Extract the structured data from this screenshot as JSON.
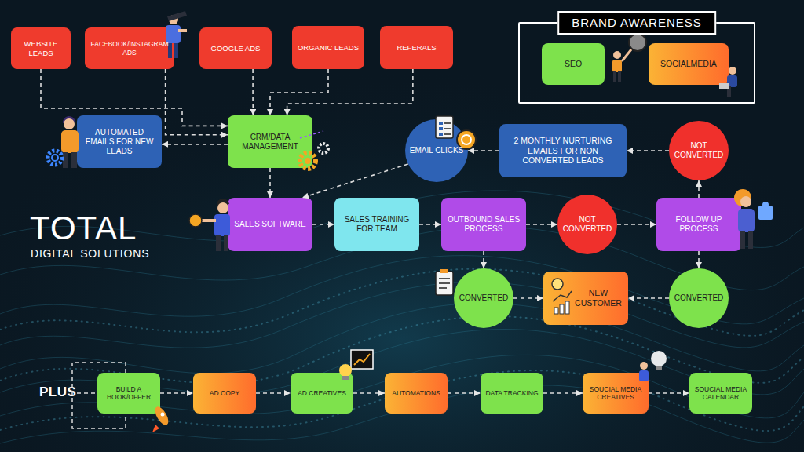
{
  "diagram": {
    "nodes": [
      {
        "text": [
          "WEBSITE LEADS"
        ]
      },
      {
        "text": [
          "FACEBOOK/INSTAGRAM ADS"
        ]
      },
      {
        "text": [
          "GOOGLE ADS"
        ]
      },
      {
        "text": [
          "ORGANIC LEADS"
        ]
      },
      {
        "text": [
          "REFERALS"
        ]
      },
      {
        "text": [
          "BRAND AWARENESS"
        ]
      },
      {
        "text": [
          "SEO"
        ],
        "in": 5
      },
      {
        "text": [
          "SOCIALMEDIA"
        ],
        "in": 5
      },
      {
        "text": [
          "AUTOMATED EMAILS FOR NEW LEADS"
        ]
      },
      {
        "text": [
          "CRM/DATA MANAGEMENT"
        ]
      },
      {
        "text": [
          "EMAIL CLICKS"
        ]
      },
      {
        "text": [
          "2 MONTHLY NURTURING EMAILS FOR NON CONVERTED LEADS"
        ]
      },
      {
        "text": [
          "NOT CONVERTED"
        ]
      },
      {
        "text": [
          "SALES SOFTWARE"
        ]
      },
      {
        "text": [
          "SALES TRAINING FOR TEAM"
        ]
      },
      {
        "text": [
          "OUTBOUND SALES PROCESS"
        ]
      },
      {
        "text": [
          "NOT CONVERTED"
        ]
      },
      {
        "text": [
          "FOLLOW UP PROCESS"
        ]
      },
      {
        "text": [
          "CONVERTED"
        ]
      },
      {
        "text": [
          "NEW CUSTOMER"
        ]
      },
      {
        "text": [
          "CONVERTED"
        ]
      },
      {
        "text": [
          "BUILD A HOOK/OFFER"
        ]
      },
      {
        "text": [
          "AD COPY"
        ]
      },
      {
        "text": [
          "AD CREATIVES"
        ]
      },
      {
        "text": [
          "AUTOMATIONS"
        ]
      },
      {
        "text": [
          "DATA TRACKING"
        ]
      },
      {
        "text": [
          "SOUCIAL MEDIA CREATIVES"
        ]
      },
      {
        "text": [
          "SOUCIAL MEDIA CALENDAR"
        ]
      }
    ],
    "edges": [
      {
        "from": 0,
        "to": 9,
        "arrow": "to"
      },
      {
        "from": 1,
        "to": 9,
        "arrow": "to"
      },
      {
        "from": 2,
        "to": 9,
        "arrow": "to"
      },
      {
        "from": 3,
        "to": 9,
        "arrow": "to"
      },
      {
        "from": 4,
        "to": 9,
        "arrow": "to"
      },
      {
        "from": 9,
        "to": 8,
        "arrow": "to"
      },
      {
        "from": 9,
        "to": 13,
        "arrow": "to"
      },
      {
        "from": 13,
        "to": 14,
        "arrow": "to"
      },
      {
        "from": 14,
        "to": 15,
        "arrow": "to"
      },
      {
        "from": 15,
        "to": 16,
        "arrow": "to"
      },
      {
        "from": 16,
        "to": 17,
        "arrow": "to"
      },
      {
        "from": 17,
        "to": 12,
        "arrow": "to"
      },
      {
        "from": 12,
        "to": 11,
        "arrow": "to"
      },
      {
        "from": 11,
        "to": 10,
        "arrow": "to"
      },
      {
        "from": 10,
        "to": 13,
        "arrow": "to"
      },
      {
        "from": 15,
        "to": 18,
        "arrow": "to"
      },
      {
        "from": 18,
        "to": 19,
        "arrow": "to"
      },
      {
        "from": 17,
        "to": 20,
        "arrow": "to"
      },
      {
        "from": 20,
        "to": 19,
        "arrow": "to"
      },
      {
        "from": 21,
        "to": 22,
        "arrow": "to"
      },
      {
        "from": 22,
        "to": 23,
        "arrow": "to"
      },
      {
        "from": 23,
        "to": 24,
        "arrow": "to"
      },
      {
        "from": 24,
        "to": 25,
        "arrow": "to"
      },
      {
        "from": 25,
        "to": 26,
        "arrow": "to"
      },
      {
        "from": 26,
        "to": 27,
        "arrow": "to"
      }
    ],
    "labels": [
      "TOTAL",
      "DIGITAL SOLUTIONS",
      "PLUS"
    ]
  }
}
